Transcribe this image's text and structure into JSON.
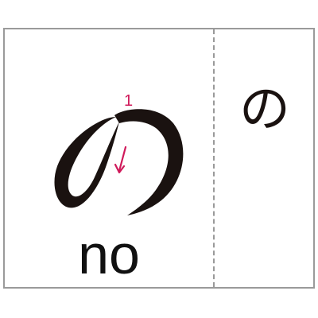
{
  "card": {
    "romaji": "no",
    "stroke_number": "1",
    "kana_glyph": "の",
    "colors": {
      "border": "#9a9a9a",
      "stroke": "#1a1210",
      "stroke_order": "#d0195a",
      "text": "#111111"
    },
    "icons": [
      "stroke-order-arrow-icon"
    ]
  }
}
